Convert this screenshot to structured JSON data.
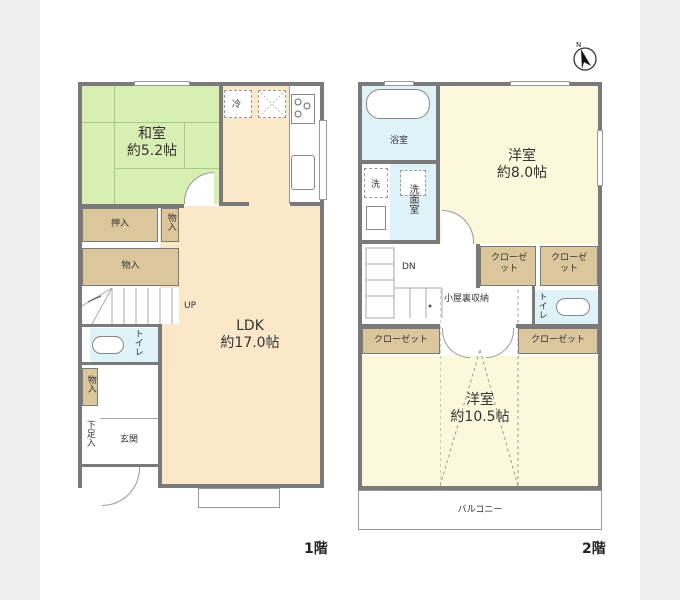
{
  "floor_plan": {
    "compass": {
      "label": "N",
      "icon": "north-arrow-icon"
    },
    "floor1": {
      "label": "1階",
      "rooms": {
        "washitsu": {
          "name": "和室",
          "size": "約5.2帖"
        },
        "oshiire": {
          "name": "押入"
        },
        "mono1": {
          "name": "物入"
        },
        "mono2": {
          "name": "物入"
        },
        "mono3": {
          "name": "物入"
        },
        "ldk": {
          "name": "LDK",
          "size": "約17.0帖"
        },
        "toilet": {
          "name": "トイレ"
        },
        "shitaashi": {
          "name": "下足入"
        },
        "genkan": {
          "name": "玄関"
        },
        "fridge": {
          "name": "冷"
        },
        "stairs_up": {
          "name": "UP"
        }
      }
    },
    "floor2": {
      "label": "2階",
      "rooms": {
        "bath": {
          "name": "浴室"
        },
        "washer": {
          "name": "洗"
        },
        "senmen": {
          "name": "洗面室"
        },
        "yoshitsu8": {
          "name": "洋室",
          "size": "約8.0帖"
        },
        "closet1": {
          "name": "クローゼット"
        },
        "closet2": {
          "name": "クローゼット"
        },
        "closet3": {
          "name": "クローゼット"
        },
        "closet4": {
          "name": "クローゼット"
        },
        "toilet": {
          "name": "トイレ"
        },
        "koyaura": {
          "name": "小屋裏収納"
        },
        "yoshitsu10": {
          "name": "洋室",
          "size": "約10.5帖"
        },
        "balcony": {
          "name": "バルコニー"
        },
        "stairs_dn": {
          "name": "DN"
        }
      }
    },
    "colors": {
      "wall": "#7a7a7a",
      "tatami": "#d8efb4",
      "ldk_floor": "#fbe8c8",
      "western_room": "#fbf8db",
      "storage": "#dcc79c",
      "wet_area": "#dff2f8",
      "background": "#efefef"
    }
  }
}
